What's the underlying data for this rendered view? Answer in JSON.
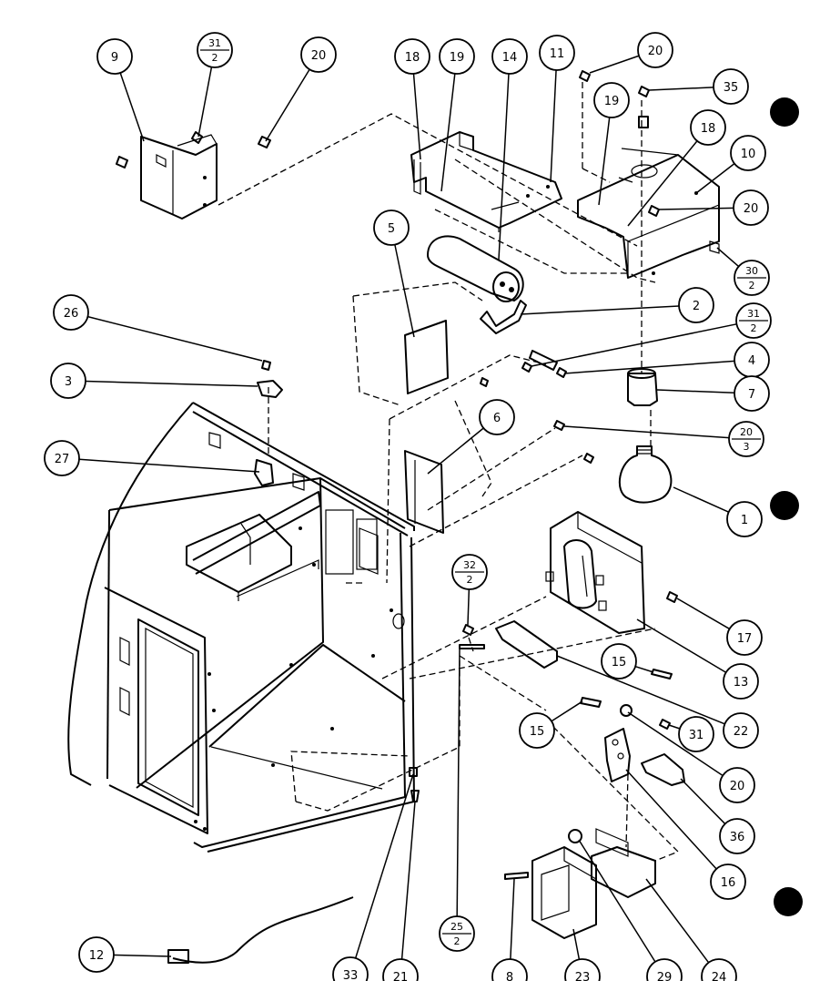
{
  "colors": {
    "ink": "#000000",
    "paper": "#ffffff"
  },
  "callouts": [
    {
      "id": "9",
      "label": "9"
    },
    {
      "id": "31-2-top",
      "num": "31",
      "den": "2"
    },
    {
      "id": "20-a",
      "label": "20"
    },
    {
      "id": "18-a",
      "label": "18"
    },
    {
      "id": "19-a",
      "label": "19"
    },
    {
      "id": "14",
      "label": "14"
    },
    {
      "id": "11",
      "label": "11"
    },
    {
      "id": "20-b",
      "label": "20"
    },
    {
      "id": "35",
      "label": "35"
    },
    {
      "id": "19-b",
      "label": "19"
    },
    {
      "id": "18-b",
      "label": "18"
    },
    {
      "id": "10",
      "label": "10"
    },
    {
      "id": "20-c",
      "label": "20"
    },
    {
      "id": "30-2",
      "num": "30",
      "den": "2"
    },
    {
      "id": "5",
      "label": "5"
    },
    {
      "id": "2",
      "label": "2"
    },
    {
      "id": "31-2-mid",
      "num": "31",
      "den": "2"
    },
    {
      "id": "26",
      "label": "26"
    },
    {
      "id": "3",
      "label": "3"
    },
    {
      "id": "4",
      "label": "4"
    },
    {
      "id": "7",
      "label": "7"
    },
    {
      "id": "6",
      "label": "6"
    },
    {
      "id": "20-3",
      "num": "20",
      "den": "3"
    },
    {
      "id": "27",
      "label": "27"
    },
    {
      "id": "1",
      "label": "1"
    },
    {
      "id": "32-2",
      "num": "32",
      "den": "2"
    },
    {
      "id": "17",
      "label": "17"
    },
    {
      "id": "13",
      "label": "13"
    },
    {
      "id": "15-a",
      "label": "15"
    },
    {
      "id": "22",
      "label": "22"
    },
    {
      "id": "15-b",
      "label": "15"
    },
    {
      "id": "31",
      "label": "31"
    },
    {
      "id": "20-d",
      "label": "20"
    },
    {
      "id": "36",
      "label": "36"
    },
    {
      "id": "16",
      "label": "16"
    },
    {
      "id": "12",
      "label": "12"
    },
    {
      "id": "25-2",
      "num": "25",
      "den": "2"
    },
    {
      "id": "33",
      "label": "33"
    },
    {
      "id": "21",
      "label": "21"
    },
    {
      "id": "8",
      "label": "8"
    },
    {
      "id": "23",
      "label": "23"
    },
    {
      "id": "29",
      "label": "29"
    },
    {
      "id": "24",
      "label": "24"
    }
  ]
}
